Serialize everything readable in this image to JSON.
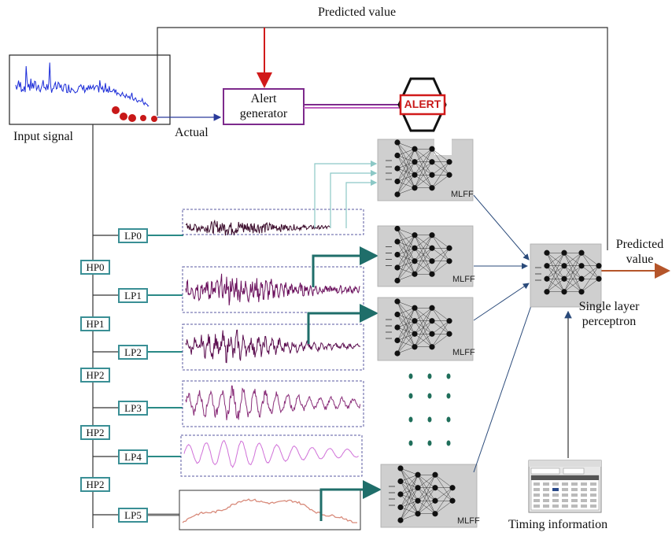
{
  "labels": {
    "predicted_value_top": "Predicted value",
    "input_signal": "Input signal",
    "actual": "Actual",
    "alert_generator_line1": "Alert",
    "alert_generator_line2": "generator",
    "alert_sign": "ALERT",
    "predicted_value_right_line1": "Predicted",
    "predicted_value_right_line2": "value",
    "single_layer_line1": "Single layer",
    "single_layer_line2": "perceptron",
    "timing_information": "Timing information",
    "mlff": "MLFF"
  },
  "lp_filters": [
    "LP0",
    "LP1",
    "LP2",
    "LP3",
    "LP4",
    "LP5"
  ],
  "hp_filters": [
    "HP0",
    "HP1",
    "HP2",
    "HP2",
    "HP2"
  ],
  "colors": {
    "signal_blue": "#1a2bd8",
    "predicted_red": "#d11a1a",
    "arrow_teal": "#2a8a86",
    "dark_teal": "#1f6e6a",
    "alert_purple": "#7d2a8c",
    "band_lp0": "#3a0a2a",
    "band_lp1": "#6a0f5c",
    "band_lp2": "#5c0f50",
    "band_lp3": "#8a2f7a",
    "band_lp4": "#d070d8",
    "band_lp5": "#d88a7a",
    "output_arrow": "#b5552a",
    "panel_gray": "#cfcfcf"
  }
}
